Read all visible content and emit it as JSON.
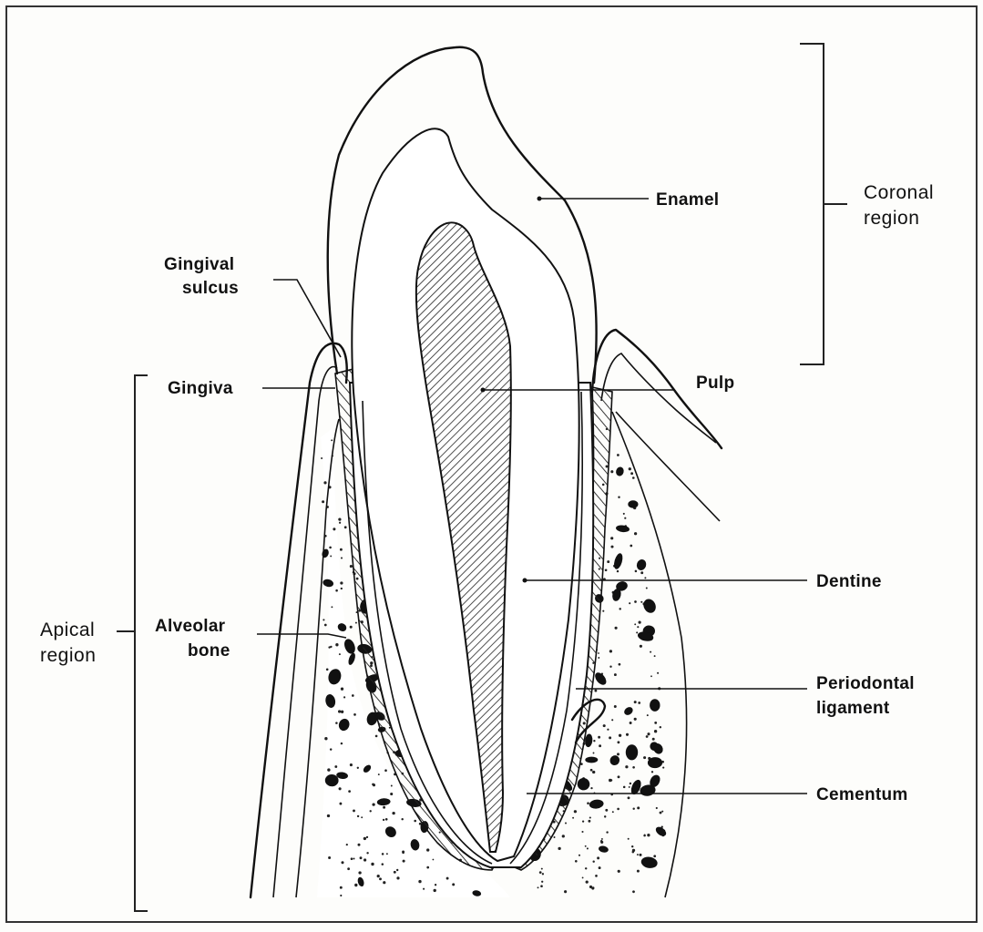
{
  "labels": {
    "enamel": "Enamel",
    "coronal_1": "Coronal",
    "coronal_2": "region",
    "gingival_sulcus_1": "Gingival",
    "gingival_sulcus_2": "sulcus",
    "gingiva": "Gingiva",
    "pulp": "Pulp",
    "dentine": "Dentine",
    "apical_1": "Apical",
    "apical_2": "region",
    "alveolar_1": "Alveolar",
    "alveolar_2": "bone",
    "periodontal_1": "Periodontal",
    "periodontal_2": "ligament",
    "cementum": "Cementum"
  }
}
